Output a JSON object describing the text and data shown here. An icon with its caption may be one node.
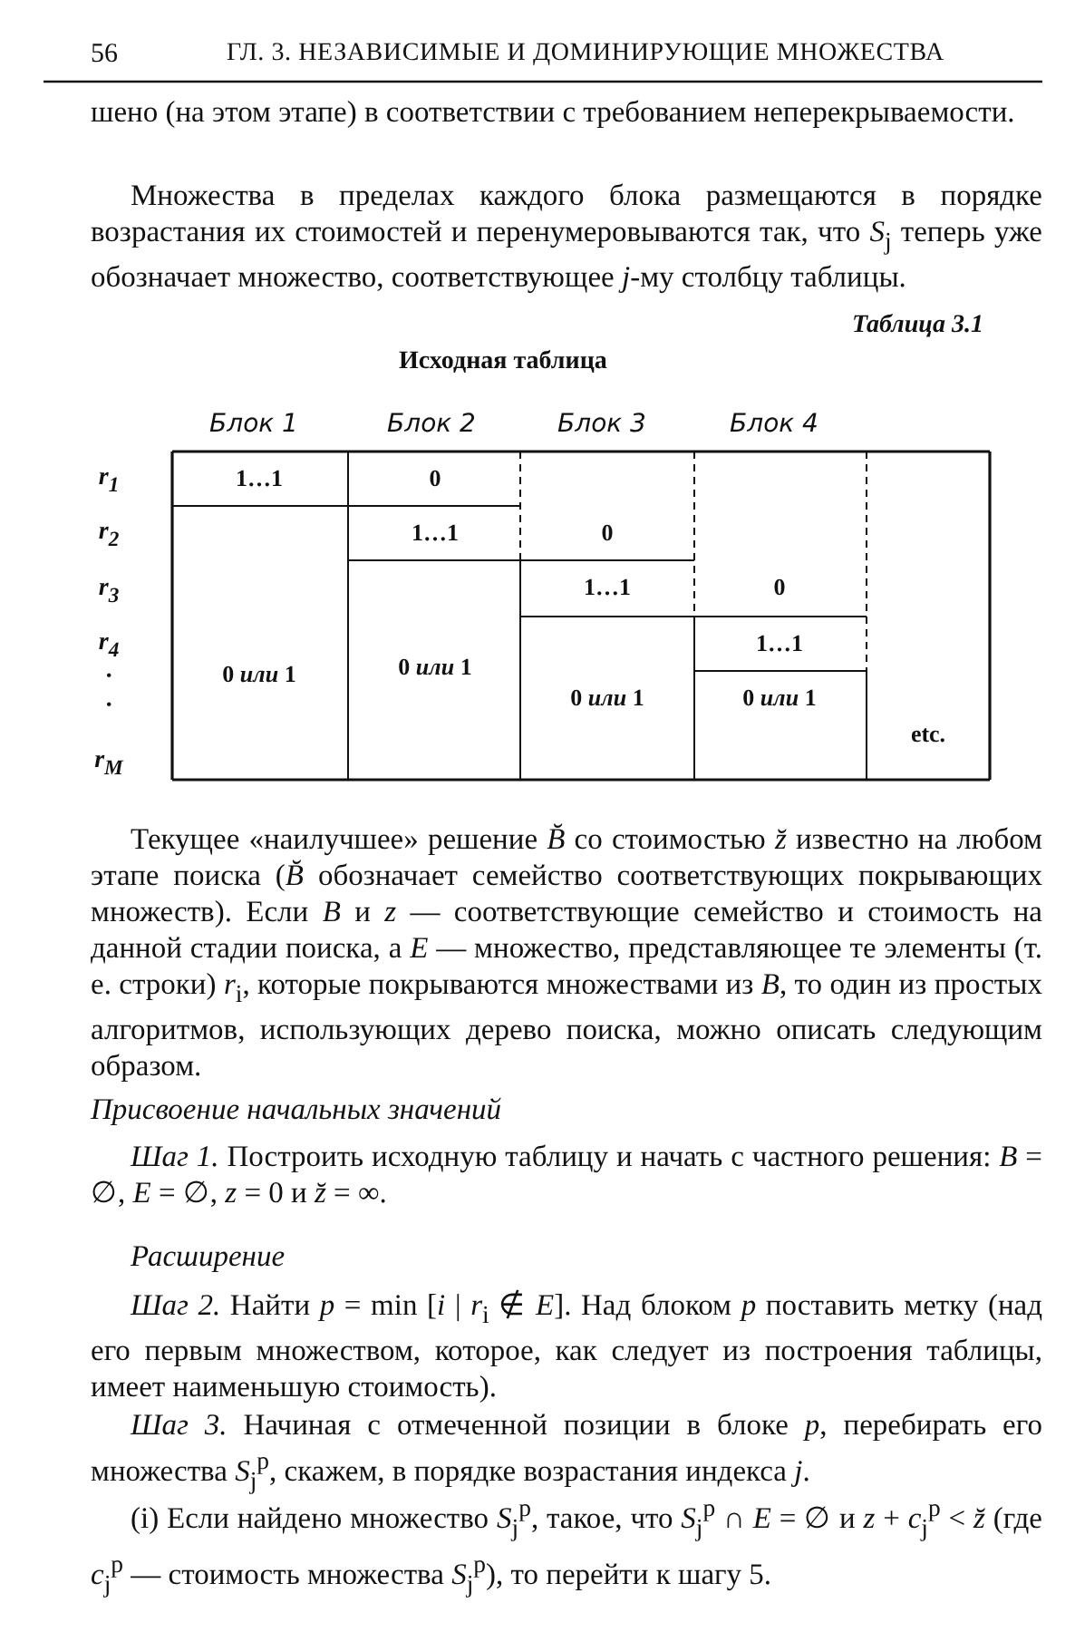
{
  "diagram": {
    "labels": [
      "56",
      "ГЛ. 3. НЕЗАВИСИМЫЕ И ДОМИНИРУЮЩИЕ МНОЖЕСТВА",
      "шено (на этом этапе) в соответствии с требованием неперекрываемости.",
      "Множества в пределах каждого блока размещаются в порядке возрастания их стоимостей и перенумеровываются так, что *S*$_{j}$ теперь уже обозначает множество, соответствующее *j*-му столбцу таблицы.",
      "Таблица 3.1",
      "Исходная таблица",
      "Блок 1",
      "Блок 2",
      "Блок 3",
      "Блок 4",
      "r$_{1}$",
      "r$_{2}$",
      "r$_{3}$",
      "r$_{4}$",
      "·",
      "·",
      "r$_{M}$",
      "1…1",
      "0",
      "1…1",
      "0",
      "1…1",
      "0",
      "0 *или* 1",
      "0 *или* 1",
      "1…1",
      "0 *или* 1",
      "0 *или* 1",
      "etc.",
      "Текущее «наилучшее» решение *B̆* со стоимостью *z̆* известно на любом этапе поиска (*B̆* обозначает семейство соответствующих покрывающих множеств). Если *B* и *z* — соответствующие семейство и стоимость на данной стадии поиска, а *E* — множество, представляющее те элементы (т. е. строки) *r*$_{i}$, которые покрываются множествами из *B*, то один из простых алгоритмов, использующих дерево поиска, можно описать следующим образом.",
      "Присвоение начальных значений",
      "*Шаг 1.* Построить исходную таблицу и начать с частного решения: *B* = ∅, *E* = ∅, *z* = 0 и *z̆* = ∞.",
      "Расширение",
      "*Шаг 2.* Найти *p* = min [*i* | *r*$_{i}$ ∉ *E*]. Над блоком *p* поставить метку (над его первым множеством, которое, как следует из построения таблицы, имеет наименьшую стоимость).",
      "*Шаг 3.* Начиная с отмеченной позиции в блоке *p*, перебирать его множества *S*$_{j}$$^{p}$, скажем, в порядке возрастания индекса *j*.",
      "(i) Если найдено множество *S*$_{j}$$^{p}$, такое, что *S*$_{j}$$^{p}$ ∩ *E* = ∅ и *z* + *c*$_{j}$$^{p}$ < *z̆* (где *c*$_{j}$$^{p}$ — стоимость множества *S*$_{j}$$^{p}$), то перейти к шагу 5."
    ]
  }
}
